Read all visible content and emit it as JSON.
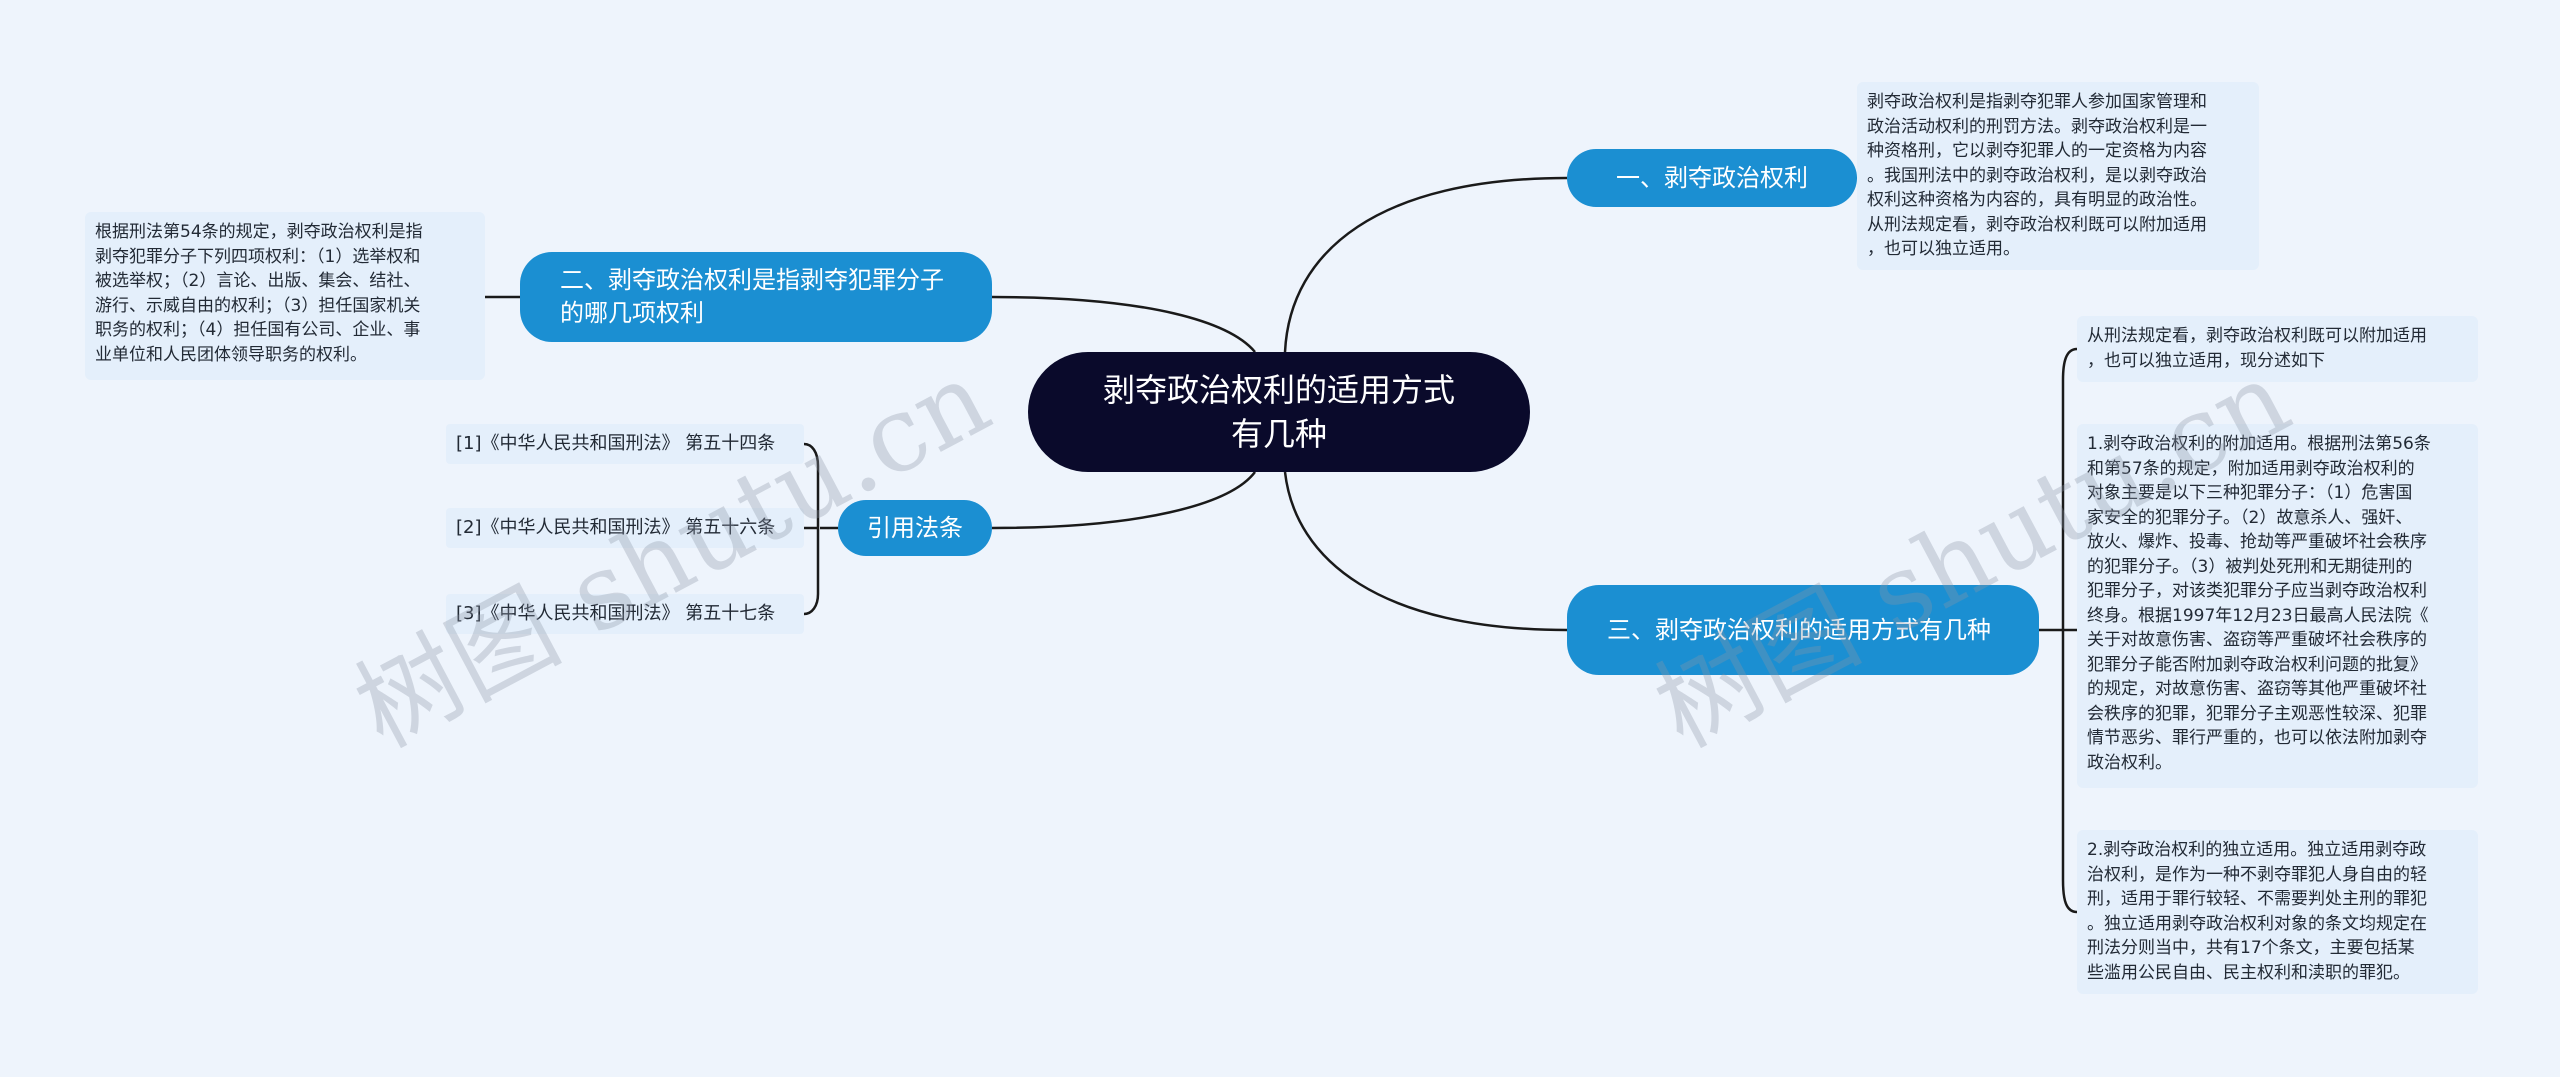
{
  "root": {
    "title": "剥夺政治权利的适用方式有几种"
  },
  "branches": [
    {
      "id": "b1",
      "label": "一、剥夺政治权利"
    },
    {
      "id": "b2",
      "label": "二、剥夺政治权利是指剥夺犯罪分子的哪几项权利"
    },
    {
      "id": "b3",
      "label": "三、剥夺政治权利的适用方式有几种"
    },
    {
      "id": "b4",
      "label": "引用法条"
    }
  ],
  "leaves": {
    "b1_detail": "剥夺政治权利是指剥夺犯罪人参加国家管理和\n政治活动权利的刑罚方法。剥夺政治权利是一\n种资格刑，它以剥夺犯罪人的一定资格为内容\n。我国刑法中的剥夺政治权利，是以剥夺政治\n权利这种资格为内容的，具有明显的政治性。\n从刑法规定看，剥夺政治权利既可以附加适用\n，也可以独立适用。",
    "b2_detail": "根据刑法第54条的规定，剥夺政治权利是指\n剥夺犯罪分子下列四项权利：（1）选举权和\n被选举权；（2）言论、出版、集会、结社、\n游行、示威自由的权利；（3）担任国家机关\n职务的权利；（4）担任国有公司、企业、事\n业单位和人民团体领导职务的权利。",
    "b3_intro": "从刑法规定看，剥夺政治权利既可以附加适用\n，也可以独立适用，现分述如下",
    "b3_append": "1.剥夺政治权利的附加适用。根据刑法第56条\n和第57条的规定，附加适用剥夺政治权利的\n对象主要是以下三种犯罪分子：（1）危害国\n家安全的犯罪分子。（2）故意杀人、强奸、\n放火、爆炸、投毒、抢劫等严重破坏社会秩序\n的犯罪分子。（3）被判处死刑和无期徒刑的\n犯罪分子，对该类犯罪分子应当剥夺政治权利\n终身。根据1997年12月23日最高人民法院《\n关于对故意伤害、盗窃等严重破坏社会秩序的\n犯罪分子能否附加剥夺政治权利问题的批复》\n的规定，对故意伤害、盗窃等其他严重破坏社\n会秩序的犯罪，犯罪分子主观恶性较深、犯罪\n情节恶劣、罪行严重的，也可以依法附加剥夺\n政治权利。",
    "b3_independent": "2.剥夺政治权利的独立适用。独立适用剥夺政\n治权利，是作为一种不剥夺罪犯人身自由的轻\n刑，适用于罪行较轻、不需要判处主刑的罪犯\n。独立适用剥夺政治权利对象的条文均规定在\n刑法分则当中，共有17个条文，主要包括某\n些滥用公民自由、民主权利和渎职的罪犯。"
  },
  "references": [
    "[1]《中华人民共和国刑法》 第五十四条",
    "[2]《中华人民共和国刑法》 第五十六条",
    "[3]《中华人民共和国刑法》 第五十七条"
  ],
  "watermark": "树图 shutu.cn",
  "colors": {
    "background": "#eef4fc",
    "root": "#0a0a2b",
    "branch": "#1b8fd2",
    "leaf": "#e4effb",
    "line": "#1a1a1a"
  }
}
